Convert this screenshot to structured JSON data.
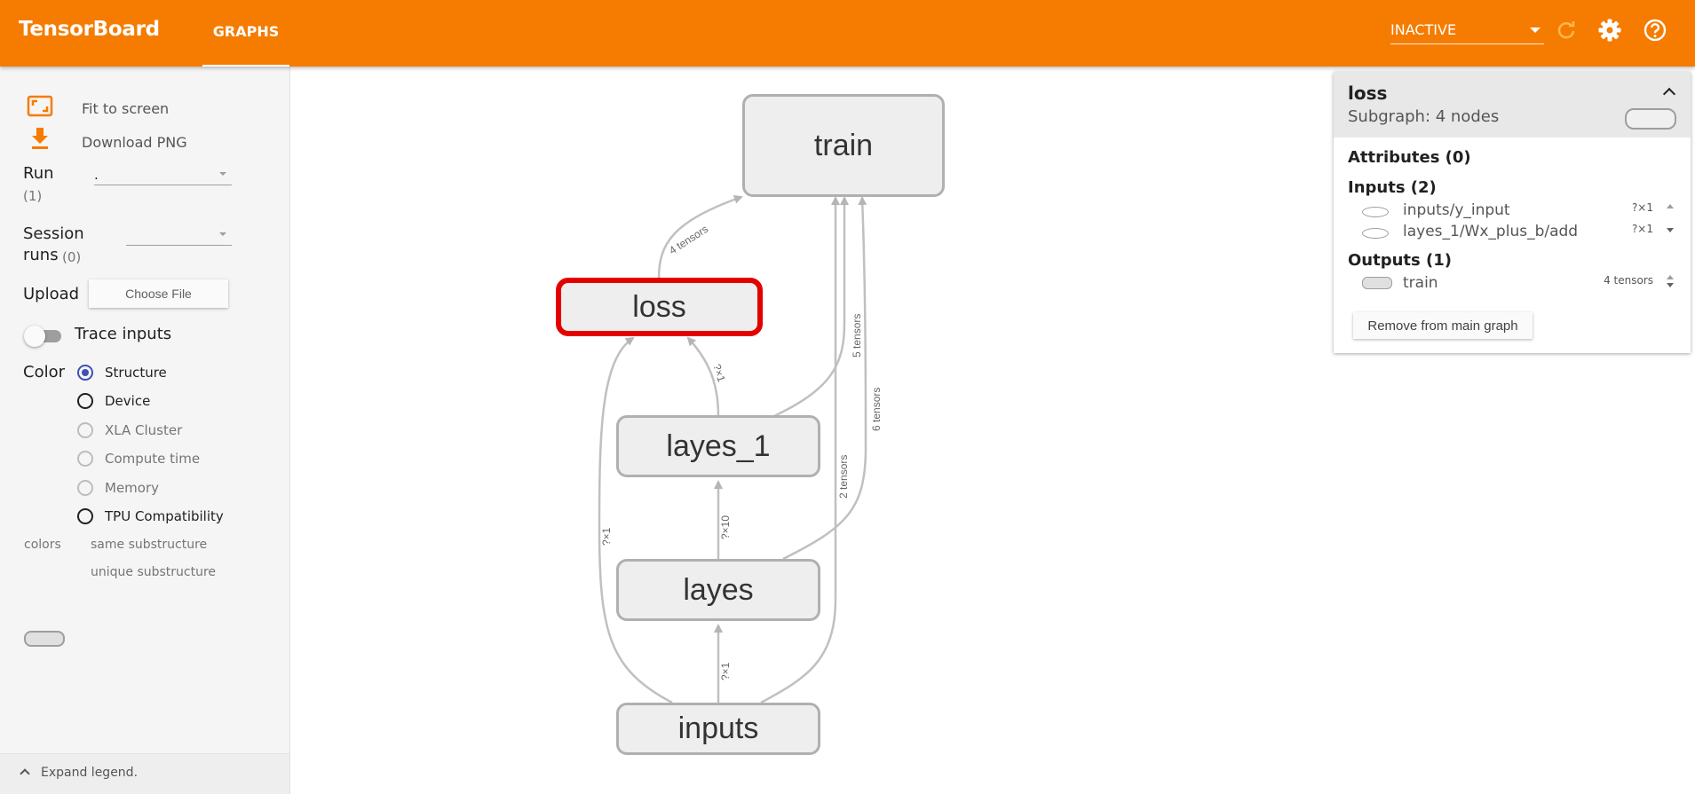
{
  "header": {
    "brand": "TensorBoard",
    "tab_graphs": "GRAPHS",
    "run_status": "INACTIVE",
    "icons": [
      "refresh-icon",
      "settings-icon",
      "help-icon"
    ],
    "accent_color": "#f57c00"
  },
  "sidebar": {
    "fit_to_screen": "Fit to screen",
    "download_png": "Download PNG",
    "run_label": "Run",
    "run_count": "(1)",
    "run_value": ".",
    "session_runs_label_1": "Session",
    "session_runs_label_2": "runs",
    "session_runs_count": "(0)",
    "session_runs_value": "",
    "upload_label": "Upload",
    "choose_file": "Choose File",
    "trace_inputs": "Trace inputs",
    "color_label": "Color",
    "color_options": [
      "Structure",
      "Device",
      "XLA Cluster",
      "Compute time",
      "Memory",
      "TPU Compatibility"
    ],
    "color_selected": "Structure",
    "legend_colors": "colors",
    "legend_same": "same substructure",
    "legend_unique": "unique substructure",
    "expand_legend": "Expand legend."
  },
  "graph": {
    "nodes": {
      "train": "train",
      "loss": "loss",
      "layes_1": "layes_1",
      "layes": "layes",
      "inputs": "inputs"
    },
    "selected_node": "loss",
    "edge_labels": {
      "loss_train": "4 tensors",
      "layes1_loss": "?×1",
      "layes_layes1": "?×10",
      "inputs_layes": "?×1",
      "inputs_loss": "?×1",
      "inputs_train": "2 tensors",
      "layes1_train": "5 tensors",
      "layes_train": "6 tensors"
    },
    "selected_color": "#e50000"
  },
  "info_card": {
    "title": "loss",
    "subtitle": "Subgraph: 4 nodes",
    "attributes_title": "Attributes (0)",
    "inputs_title": "Inputs (2)",
    "inputs": [
      {
        "name": "inputs/y_input",
        "shape": "?×1"
      },
      {
        "name": "layes_1/Wx_plus_b/add",
        "shape": "?×1"
      }
    ],
    "outputs_title": "Outputs (1)",
    "outputs": [
      {
        "name": "train",
        "shape": "4 tensors"
      }
    ],
    "remove_button": "Remove from main graph"
  }
}
